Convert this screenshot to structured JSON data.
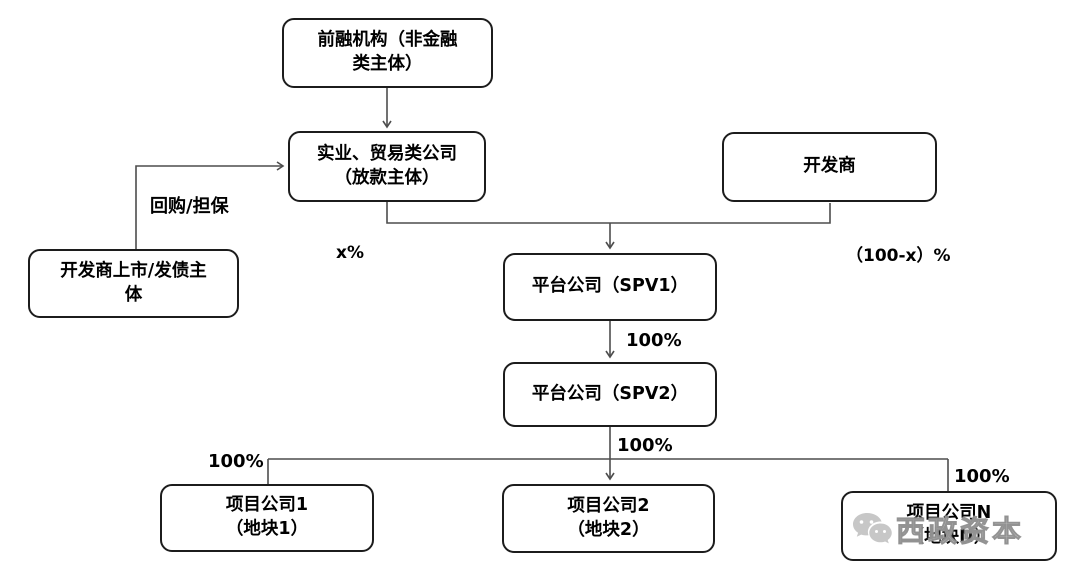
{
  "diagram": {
    "nodes": [
      {
        "id": "pre-financing-institution",
        "label": "前融机构（非金融\n类主体）"
      },
      {
        "id": "industrial-trading-company",
        "label": "实业、贸易类公司\n（放款主体）"
      },
      {
        "id": "developer",
        "label": "开发商"
      },
      {
        "id": "developer-listed-bond-entity",
        "label": "开发商上市/发债主\n体"
      },
      {
        "id": "platform-company-spv1",
        "label": "平台公司（SPV1）"
      },
      {
        "id": "platform-company-spv2",
        "label": "平台公司（SPV2）"
      },
      {
        "id": "project-company-1",
        "label": "项目公司1\n（地块1）"
      },
      {
        "id": "project-company-2",
        "label": "项目公司2\n（地块2）"
      },
      {
        "id": "project-company-n",
        "label": "项目公司N\n（地块N）"
      }
    ],
    "edge_labels": {
      "repurchase_guarantee": "回购/担保",
      "x_percent": "x%",
      "hundred_minus_x_percent": "（100-x）%",
      "spv1_to_spv2_ownership": "100%",
      "spv2_to_project2_ownership": "100%",
      "project1_ownership": "100%",
      "projectN_ownership": "100%"
    },
    "watermark": {
      "text": "西政资本"
    },
    "colors": {
      "box_border": "#1c1c1c",
      "connector": "#4d4d4d",
      "text": "#000000",
      "watermark": "#bebebe",
      "background": "#ffffff"
    }
  }
}
